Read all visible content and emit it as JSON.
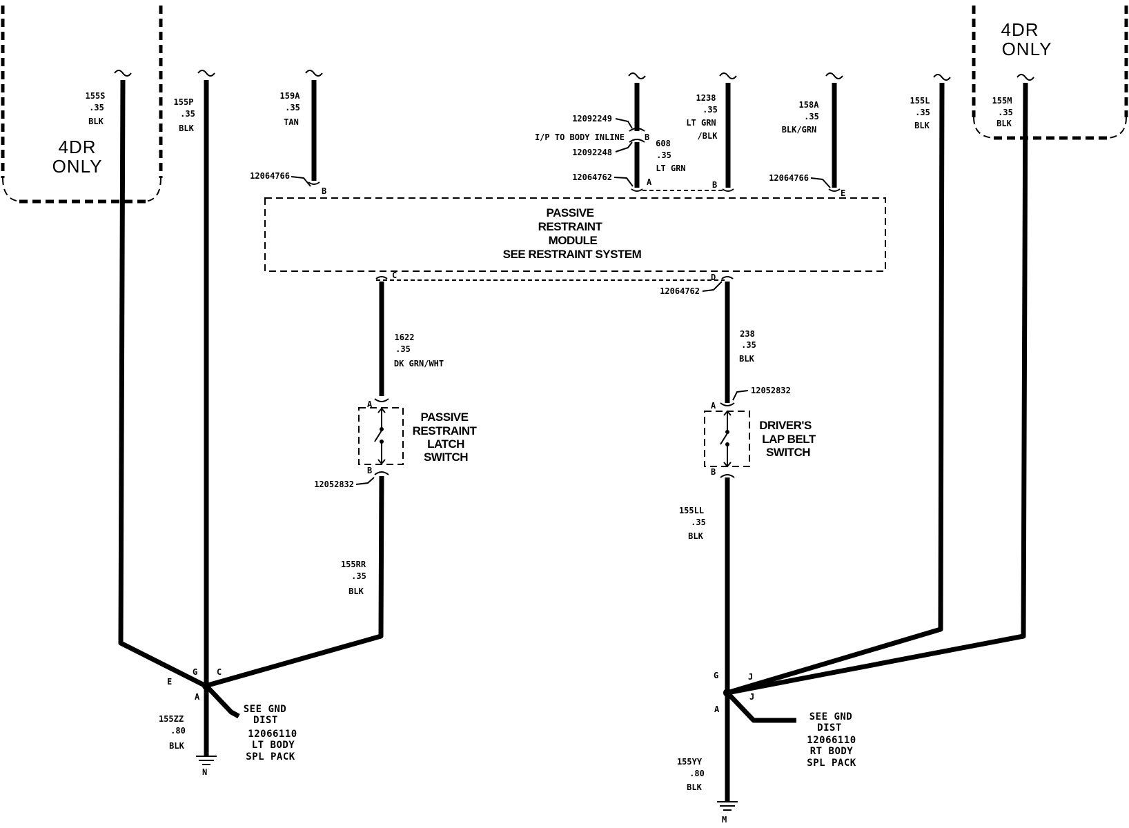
{
  "region_notes": {
    "left": [
      "4DR",
      "ONLY"
    ],
    "right": [
      "4DR",
      "ONLY"
    ]
  },
  "module": {
    "lines": [
      "PASSIVE",
      "RESTRAINT",
      "MODULE",
      "SEE RESTRAINT SYSTEM"
    ],
    "pins": {
      "top_left": "B",
      "top_a": "A",
      "top_b": "B",
      "top_e": "E",
      "bottom_c": "C",
      "bottom_d": "D"
    }
  },
  "wires": {
    "w155s": [
      "155S",
      ".35",
      "BLK"
    ],
    "w155p": [
      "155P",
      ".35",
      "BLK"
    ],
    "w159a": [
      "159A",
      ".35",
      "TAN"
    ],
    "w608": [
      "608",
      ".35",
      "LT GRN"
    ],
    "w1238": [
      "1238",
      ".35",
      "LT GRN",
      "/BLK"
    ],
    "w158a": [
      "158A",
      ".35",
      "BLK/GRN"
    ],
    "w155l": [
      "155L",
      ".35",
      "BLK"
    ],
    "w155m": [
      "155M",
      ".35",
      "BLK"
    ],
    "w1622": [
      "1622",
      ".35",
      "DK GRN/WHT"
    ],
    "w238": [
      "238",
      ".35",
      "BLK"
    ],
    "w155rr": [
      "155RR",
      ".35",
      "BLK"
    ],
    "w155ll": [
      "155LL",
      ".35",
      "BLK"
    ],
    "w155zz": [
      "155ZZ",
      ".80",
      "BLK"
    ],
    "w155yy": [
      "155YY",
      ".80",
      "BLK"
    ]
  },
  "connectors": {
    "c12092249": "12092249",
    "inline_label": "I/P TO BODY INLINE",
    "inline_pin": "B",
    "c12092248": "12092248",
    "c12064766_left": "12064766",
    "c12064762_top": "12064762",
    "c12064766_right": "12064766",
    "c12064762_bottom": "12064762",
    "c12052832_right": "12052832",
    "c12052832_left": "12052832"
  },
  "switches": {
    "latch": {
      "lines": [
        "PASSIVE",
        "RESTRAINT",
        "LATCH",
        "SWITCH"
      ],
      "pin_top": "A",
      "pin_bottom": "B"
    },
    "lapbelt": {
      "lines": [
        "DRIVER'S",
        "LAP BELT",
        "SWITCH"
      ],
      "pin_top": "A",
      "pin_bottom": "B"
    }
  },
  "splices": {
    "left": {
      "pins": {
        "e": "E",
        "g": "G",
        "c": "C",
        "a": "A"
      },
      "note": [
        "SEE GND",
        "DIST",
        "12066110",
        "LT BODY",
        "SPL PACK"
      ],
      "ground": "N"
    },
    "right": {
      "pins": {
        "g": "G",
        "j1": "J",
        "j2": "J",
        "a": "A"
      },
      "note": [
        "SEE GND",
        "DIST",
        "12066110",
        "RT BODY",
        "SPL PACK"
      ],
      "ground": "M"
    }
  }
}
